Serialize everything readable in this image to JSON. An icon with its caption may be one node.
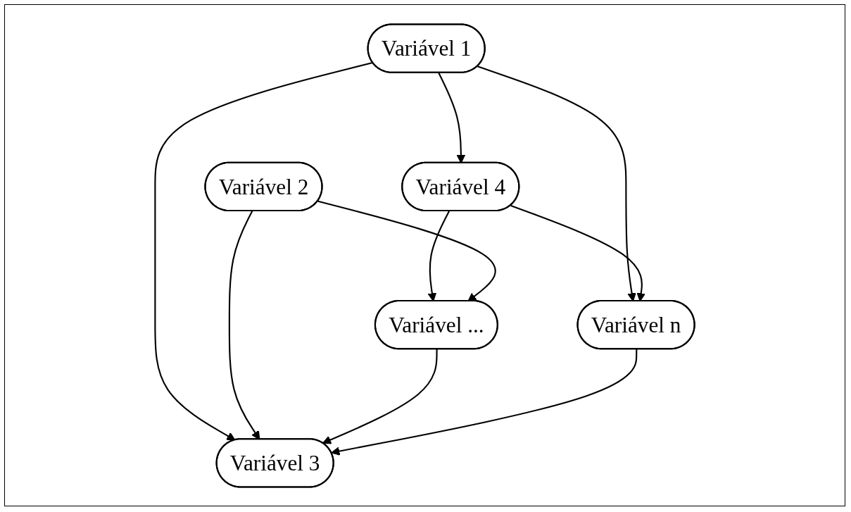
{
  "diagram": {
    "nodes": [
      {
        "text": [
          "Variável 1"
        ]
      },
      {
        "text": [
          "Variável 4"
        ]
      },
      {
        "text": [
          "Variável 2"
        ]
      },
      {
        "text": [
          "Variável ..."
        ]
      },
      {
        "text": [
          "Variável 3"
        ]
      },
      {
        "text": [
          "Variável n"
        ]
      }
    ],
    "edges": [
      {
        "from": 0,
        "to": 1,
        "arrow": "to"
      },
      {
        "from": 0,
        "to": 4,
        "arrow": "to"
      },
      {
        "from": 0,
        "to": 5,
        "arrow": "to"
      },
      {
        "from": 1,
        "to": 3,
        "arrow": "to"
      },
      {
        "from": 1,
        "to": 5,
        "arrow": "to"
      },
      {
        "from": 2,
        "to": 3,
        "arrow": "to"
      },
      {
        "from": 2,
        "to": 4,
        "arrow": "to"
      },
      {
        "from": 3,
        "to": 4,
        "arrow": "to"
      },
      {
        "from": 5,
        "to": 4,
        "arrow": "to"
      }
    ]
  }
}
